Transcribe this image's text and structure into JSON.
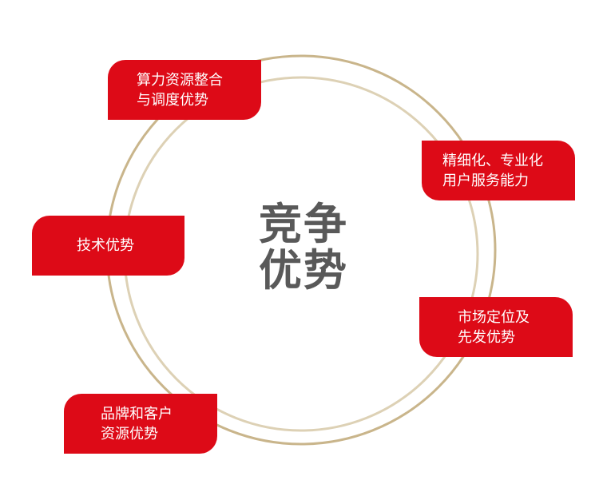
{
  "diagram": {
    "center_title": "竞争\n优势",
    "items": [
      {
        "label": "算力资源整合\n与调度优势"
      },
      {
        "label": "精细化、专业化\n用户服务能力"
      },
      {
        "label": "技术优势"
      },
      {
        "label": "市场定位及\n先发优势"
      },
      {
        "label": "品牌和客户\n资源优势"
      }
    ]
  },
  "colors": {
    "tag_red": "#dd0a17",
    "ring_outer": "#c9b58b",
    "ring_inner": "#ddd1b5",
    "title_gray": "#595959"
  }
}
